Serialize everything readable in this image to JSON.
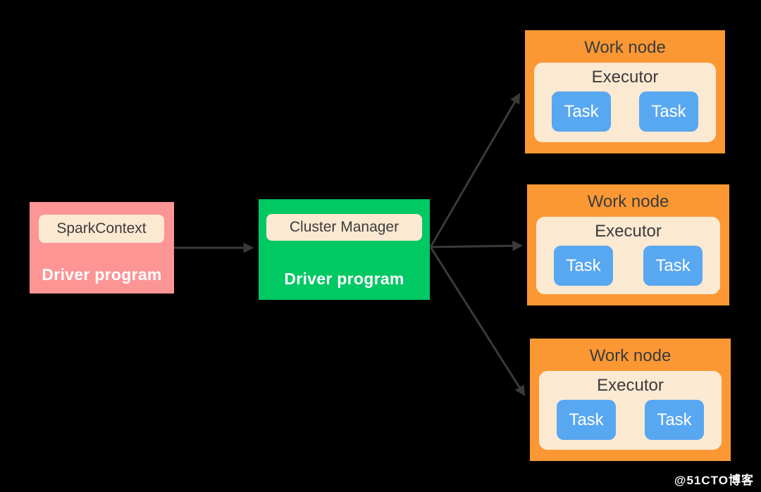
{
  "diagram": {
    "driver": {
      "component": "SparkContext",
      "title": "Driver program"
    },
    "cluster": {
      "component": "Cluster Manager",
      "title": "Driver program"
    },
    "work_nodes": [
      {
        "title": "Work node",
        "executor": "Executor",
        "tasks": [
          "Task",
          "Task"
        ]
      },
      {
        "title": "Work node",
        "executor": "Executor",
        "tasks": [
          "Task",
          "Task"
        ]
      },
      {
        "title": "Work node",
        "executor": "Executor",
        "tasks": [
          "Task",
          "Task"
        ]
      }
    ],
    "watermark": "@51CTO博客"
  },
  "colors": {
    "background": "#000000",
    "driver_box": "#FD9595",
    "cluster_box": "#00C863",
    "work_node_box": "#FB9834",
    "component_box": "#FCE9D2",
    "task_box": "#58A7F1",
    "arrow": "#3A3A3A",
    "dark_text": "#3B3B3B",
    "light_text": "#FFFFFF"
  }
}
